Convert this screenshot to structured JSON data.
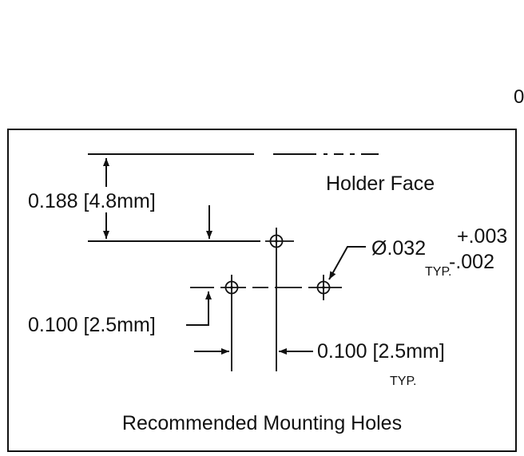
{
  "clipped_text": "0",
  "title": "Recommended Mounting Holes",
  "holder_face_label": "Holder Face",
  "dimensions": {
    "face_offset": "0.188 [4.8mm]",
    "row_offset": "0.100 [2.5mm]",
    "hole_spacing": "0.100 [2.5mm]",
    "hole_spacing_note": "TYP."
  },
  "hole_callout": {
    "diameter": "Ø.032",
    "tol_plus": "+.003",
    "tol_minus": "-.002",
    "note": "TYP."
  },
  "colors": {
    "ink": "#111111",
    "background": "#ffffff"
  }
}
